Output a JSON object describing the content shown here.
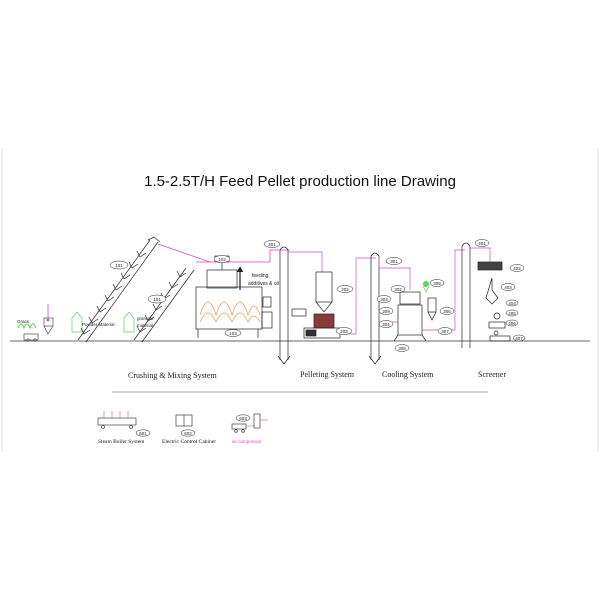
{
  "title": "1.5-2.5T/H Feed Pellet production line Drawing",
  "systems": {
    "crushing_mixing": "Crushing & Mixing System",
    "pelleting": "Pelleting System",
    "cooling": "Cooling System",
    "screener": "Screener"
  },
  "callouts": {
    "c101a": "101",
    "c101b": "101",
    "c102": "102",
    "c103": "103",
    "c201": "201",
    "c202": "202",
    "c203": "203",
    "c301": "301",
    "c302": "302",
    "c303": "303",
    "c304": "304",
    "c305": "305",
    "c306": "306",
    "c307": "307",
    "c308": "308",
    "c309": "309",
    "c401": "401",
    "c402": "402",
    "c403": "403",
    "c404": "404",
    "c405": "405",
    "c406": "406",
    "c407": "407",
    "c601": "601",
    "c602": "602",
    "c603": "603"
  },
  "annotations": {
    "feeding_line1": "feeding",
    "feeding_line2": "additives & oil",
    "grass": "Grass",
    "powder_material": "Powder Material",
    "granular_line1": "granular",
    "granular_line2": "material"
  },
  "legend": {
    "steam_boiler": "Steam Boiler System",
    "electric_cabinet": "Electric Control Cabinet",
    "air_compressor": "air compressor"
  },
  "colors": {
    "line": "#222222",
    "pipe": "#d946c7",
    "ground": "#333333",
    "green": "#5fcf5f"
  }
}
